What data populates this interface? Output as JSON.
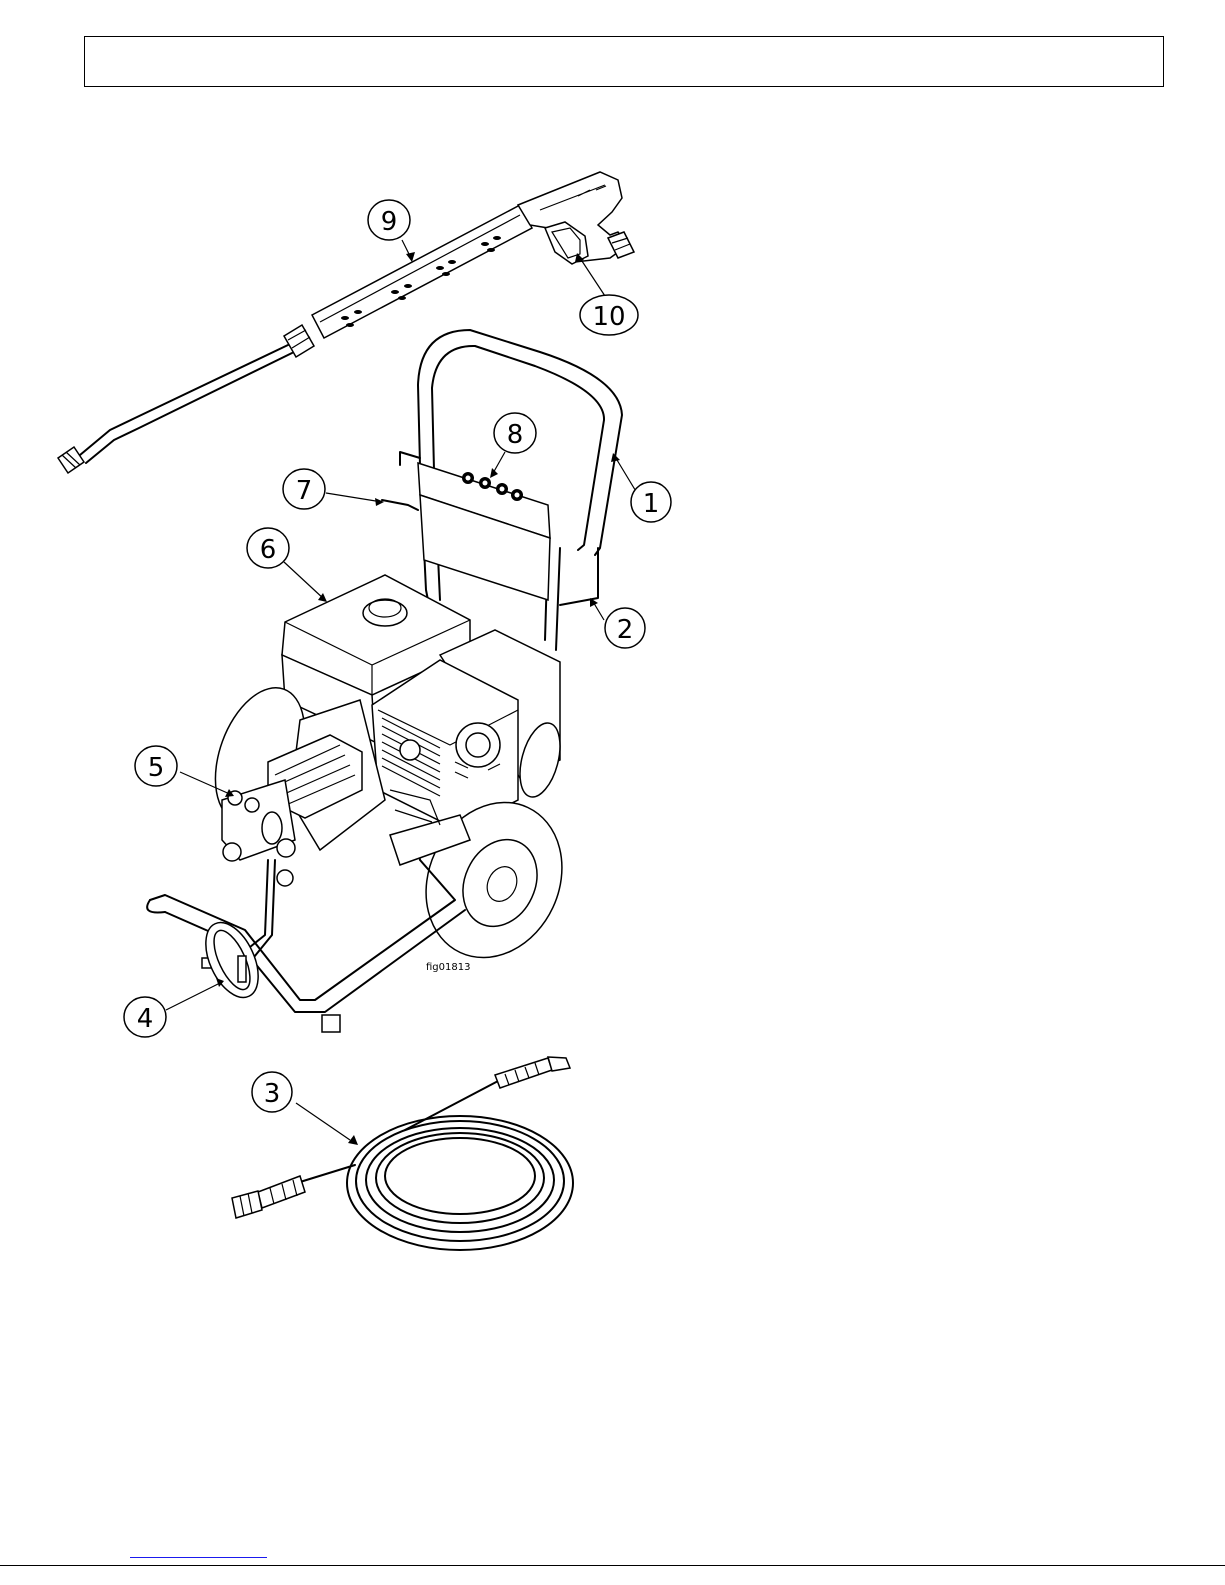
{
  "figure_id": "fig01813",
  "callouts": [
    {
      "label": "1"
    },
    {
      "label": "2"
    },
    {
      "label": "3"
    },
    {
      "label": "4"
    },
    {
      "label": "5"
    },
    {
      "label": "6"
    },
    {
      "label": "7"
    },
    {
      "label": "8"
    },
    {
      "label": "9"
    },
    {
      "label": "10"
    }
  ]
}
